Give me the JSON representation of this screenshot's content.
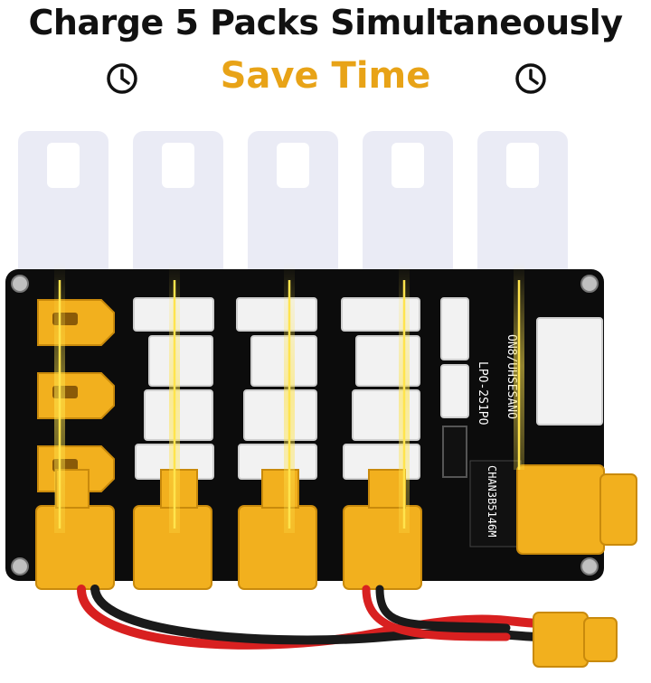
{
  "headline": "Charge 5 Packs Simultaneously",
  "subline": "Save Time",
  "colors": {
    "accent": "#E8A317",
    "board": "#0c0c0c",
    "connector": "#F2B01E",
    "glow": "#FFE44D",
    "wire_red": "#D82020",
    "wire_black": "#1a1a1a"
  },
  "icons": [
    "clock-icon",
    "clock-icon"
  ],
  "board": {
    "label_top": "LPO-2S1PO",
    "label_side": "ON8/UHSESANO",
    "label_bottom": "CHAN3B5146M"
  }
}
